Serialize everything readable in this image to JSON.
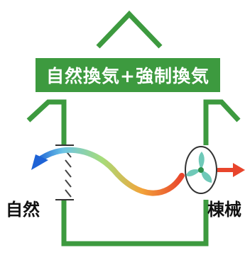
{
  "banner": {
    "text": "自然換気+強制換気"
  },
  "labels": {
    "natural": "自然",
    "mechanical": "棟械"
  },
  "colors": {
    "house_outline": "#3d9a3f",
    "banner_bg": "#3d9a3f",
    "banner_text": "#ffffff",
    "fan_blade": "#6fc9b8",
    "exhaust_arrow": "#e8452c",
    "airflow_start": "#1e63d6",
    "airflow_mid": "#a6dc7a",
    "airflow_end": "#e8452c"
  },
  "icons": {
    "inlet_vent": "louver-vent-icon",
    "fan": "ventilation-fan-icon",
    "exhaust": "exhaust-arrow-icon"
  }
}
